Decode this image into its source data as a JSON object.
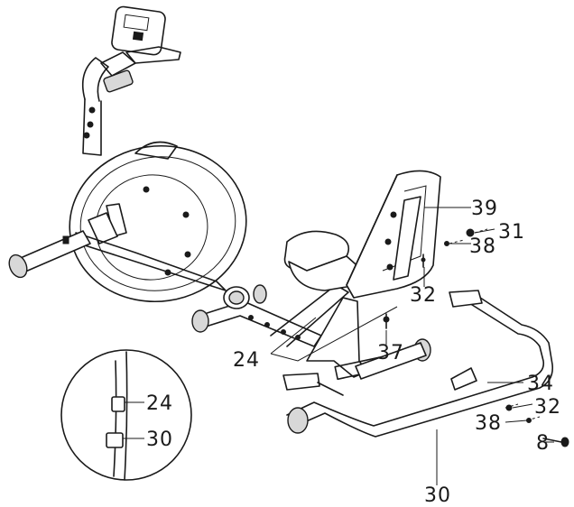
{
  "diagram": {
    "labels": {
      "p39": "39",
      "p31": "31",
      "p38a": "38",
      "p32a": "32",
      "p37": "37",
      "p24": "24",
      "p34": "34",
      "p32b": "32",
      "p38b": "38",
      "p8": "8",
      "p30": "30",
      "detail_24": "24",
      "detail_30": "30"
    }
  }
}
